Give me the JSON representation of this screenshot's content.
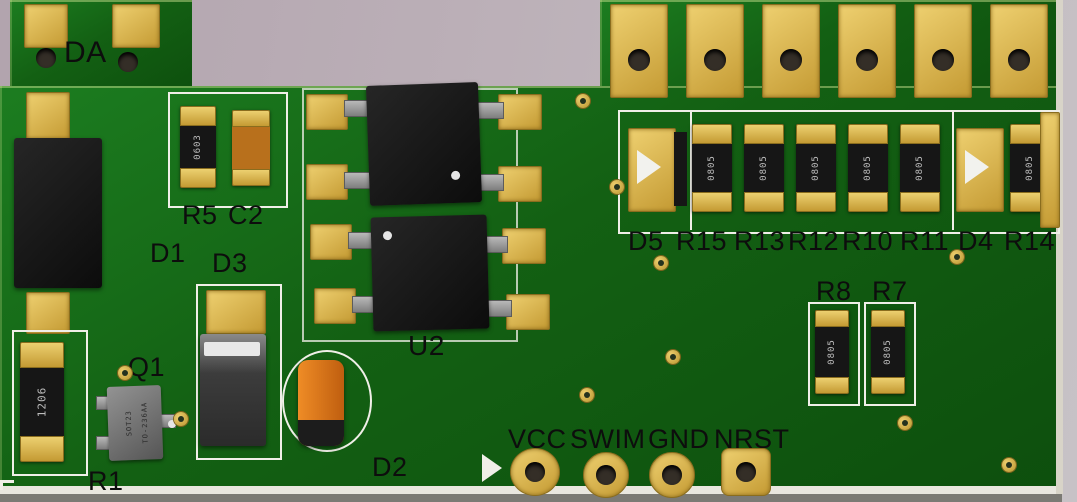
{
  "colors": {
    "background": "#b6aab3",
    "board_green": "#136013",
    "pad_gold": "#d9b245",
    "silkscreen": "#f0efe8",
    "component_black": "#161616",
    "capacitor_c2_orange": "#b8701c",
    "capacitor_d2_orange": "#e07818",
    "label_text": "#0d0d0d"
  },
  "labels": {
    "da": "DA",
    "d1": "D1",
    "r5": "R5",
    "c2": "C2",
    "d3": "D3",
    "q1": "Q1",
    "r1": "R1",
    "d2": "D2",
    "u2": "U2",
    "r8": "R8",
    "r7": "R7",
    "vcc": "VCC",
    "swim": "SWIM",
    "gnd": "GND",
    "nrst": "NRST"
  },
  "row": [
    "D5",
    "R15",
    "R13",
    "R12",
    "R10",
    "R11",
    "D4",
    "R14"
  ],
  "markings": {
    "r5": "0603",
    "r1": "1206",
    "r15": "0805",
    "r13": "0805",
    "r12": "0805",
    "r10": "0805",
    "r11": "0805",
    "r14": "0805",
    "r8": "0805",
    "r7": "0805",
    "q1_line1": "SOT23",
    "q1_line2": "TO-236AA"
  }
}
